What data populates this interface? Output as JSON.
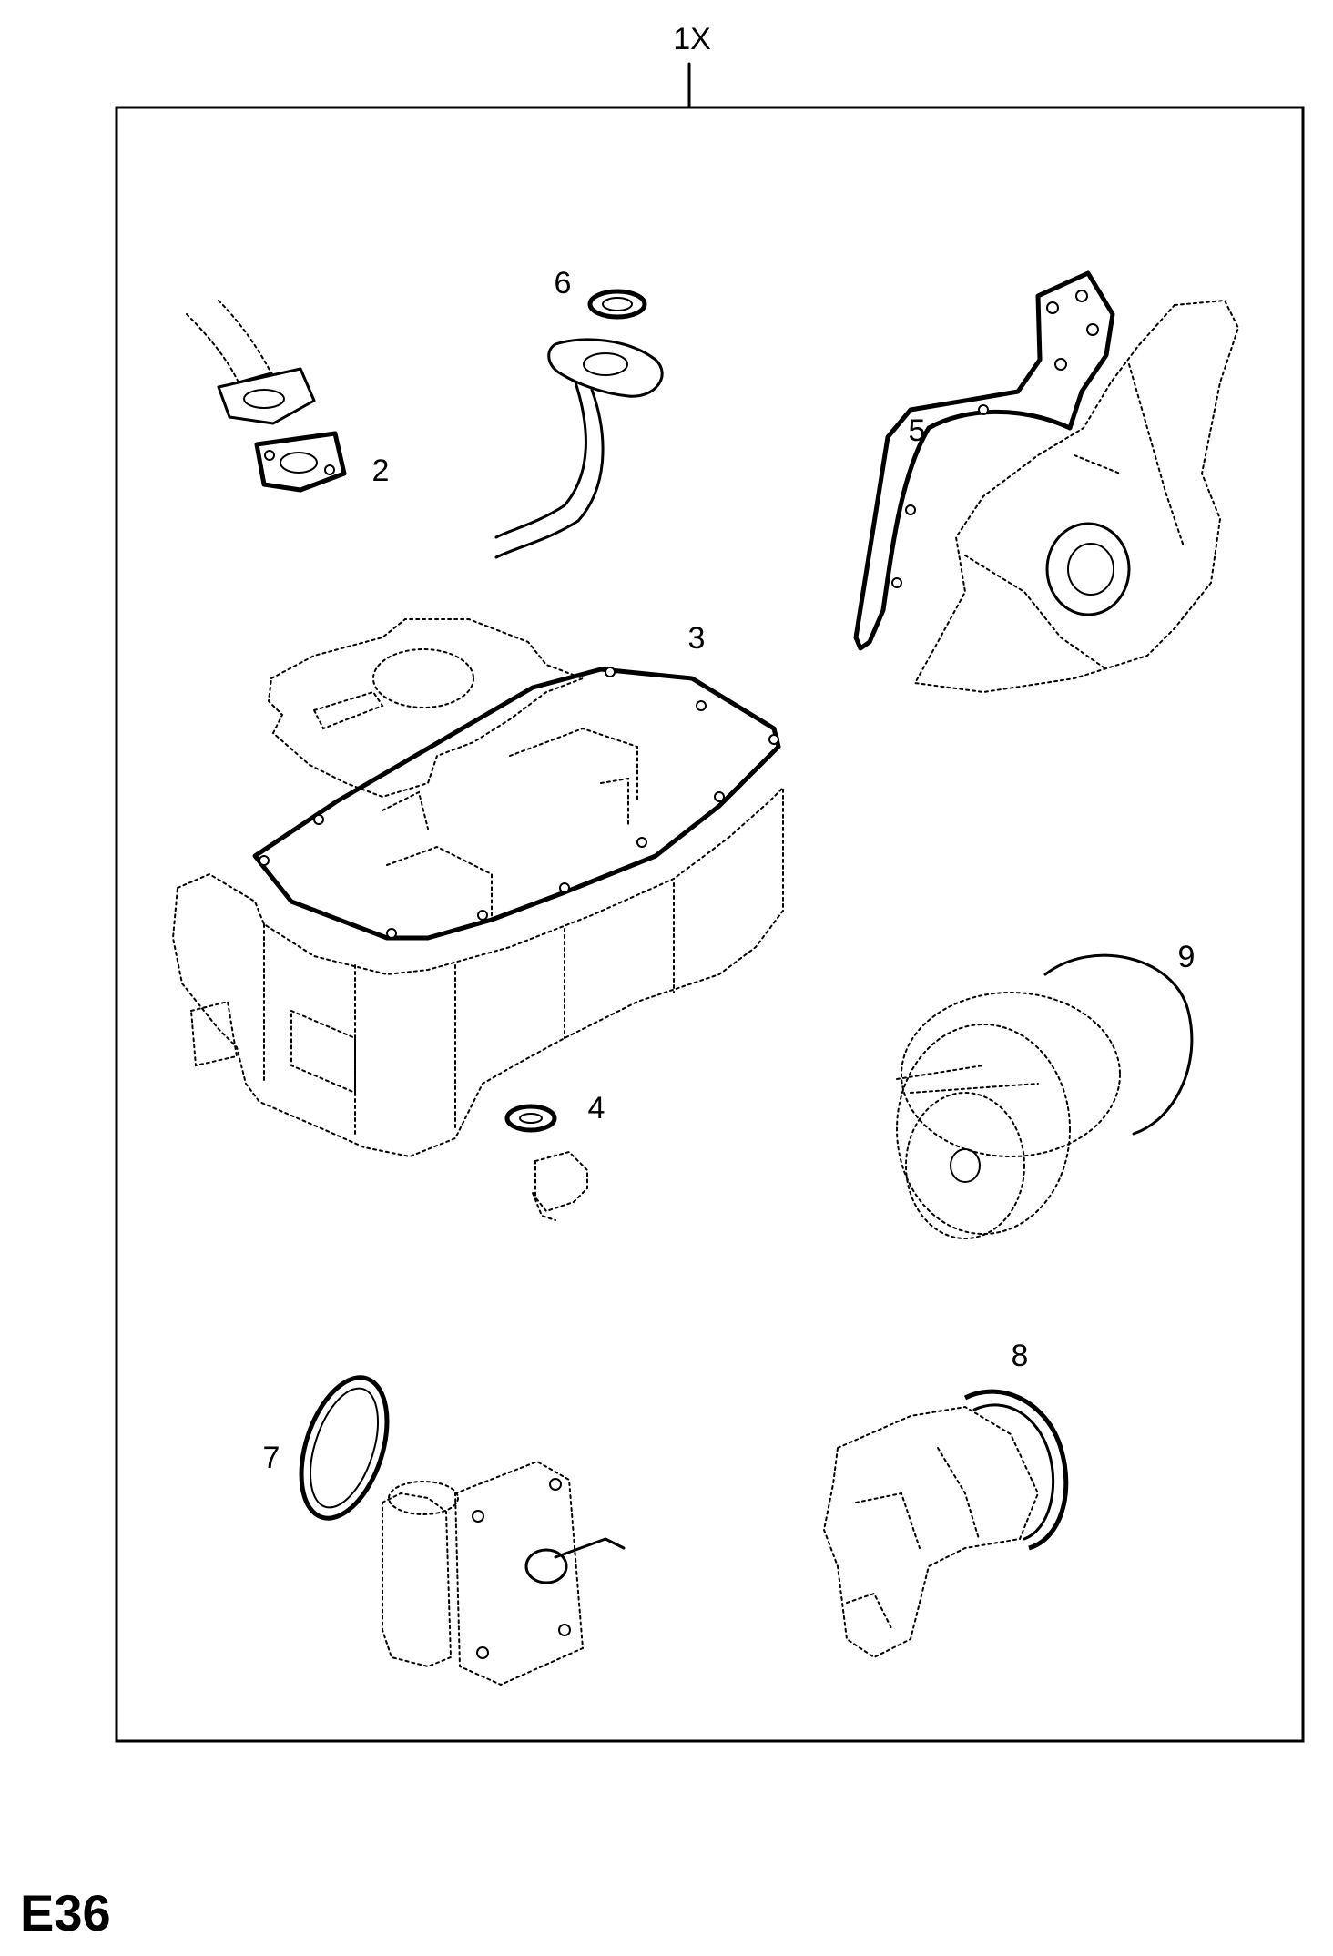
{
  "kit_label": "1X",
  "page_code": "E36",
  "callouts": [
    {
      "id": "2",
      "text": "2"
    },
    {
      "id": "3",
      "text": "3"
    },
    {
      "id": "4",
      "text": "4"
    },
    {
      "id": "5",
      "text": "5"
    },
    {
      "id": "6",
      "text": "6"
    },
    {
      "id": "7",
      "text": "7"
    },
    {
      "id": "8",
      "text": "8"
    },
    {
      "id": "9",
      "text": "9"
    }
  ]
}
